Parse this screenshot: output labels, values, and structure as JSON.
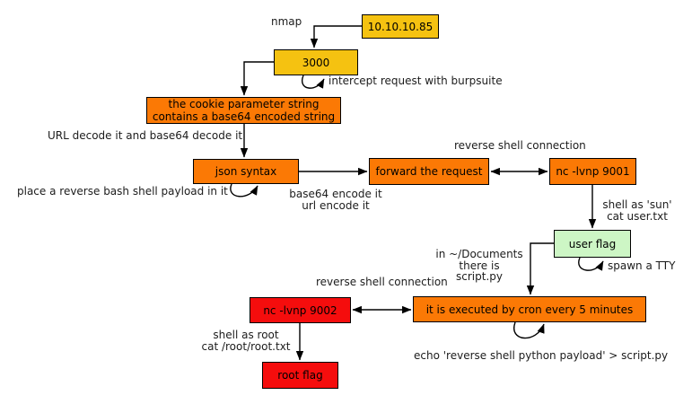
{
  "colors": {
    "gold": "#f5c211",
    "orange": "#fb7905",
    "green": "#cdf6c5",
    "red": "#f50d0d",
    "border": "#000000"
  },
  "nodes": {
    "ip": {
      "label": "10.10.10.85"
    },
    "port": {
      "label": "3000"
    },
    "cookie": {
      "label": "the cookie parameter string\ncontains a base64 encoded string"
    },
    "json": {
      "label": "json syntax"
    },
    "forward": {
      "label": "forward the request"
    },
    "nc9001": {
      "label": "nc -lvnp 9001"
    },
    "userflag": {
      "label": "user flag"
    },
    "cron": {
      "label": "it is executed by cron every 5 minutes"
    },
    "nc9002": {
      "label": "nc -lvnp 9002"
    },
    "rootflag": {
      "label": "root flag"
    }
  },
  "labels": {
    "nmap": "nmap",
    "intercept": "intercept request with burpsuite",
    "url_decode": "URL decode it and base64 decode it",
    "place_payload": "place a reverse bash shell payload in it",
    "encode": "base64 encode it\nurl encode it",
    "reverse_shell_top": "reverse shell connection",
    "shell_sun": "shell as 'sun'\ncat user.txt",
    "spawn_tty": "spawn a TTY",
    "documents": "in ~/Documents\nthere is\nscript.py",
    "reverse_shell_bottom": "reverse shell connection",
    "shell_root": "shell as root\ncat /root/root.txt",
    "echo_payload": "echo 'reverse shell python payload' > script.py"
  },
  "edges": [
    {
      "from": "ip",
      "to": "port",
      "type": "arrow"
    },
    {
      "from": "port",
      "to": "cookie",
      "type": "arrow"
    },
    {
      "from": "port",
      "to": "port",
      "type": "self-loop"
    },
    {
      "from": "cookie",
      "to": "json",
      "type": "arrow"
    },
    {
      "from": "json",
      "to": "json",
      "type": "self-loop"
    },
    {
      "from": "json",
      "to": "forward",
      "type": "arrow"
    },
    {
      "from": "forward",
      "to": "nc9001",
      "type": "double-arrow"
    },
    {
      "from": "nc9001",
      "to": "userflag",
      "type": "arrow"
    },
    {
      "from": "userflag",
      "to": "userflag",
      "type": "self-loop"
    },
    {
      "from": "userflag",
      "to": "cron",
      "type": "arrow"
    },
    {
      "from": "cron",
      "to": "nc9002",
      "type": "double-arrow"
    },
    {
      "from": "cron",
      "to": "cron",
      "type": "self-loop"
    },
    {
      "from": "nc9002",
      "to": "rootflag",
      "type": "arrow"
    }
  ]
}
